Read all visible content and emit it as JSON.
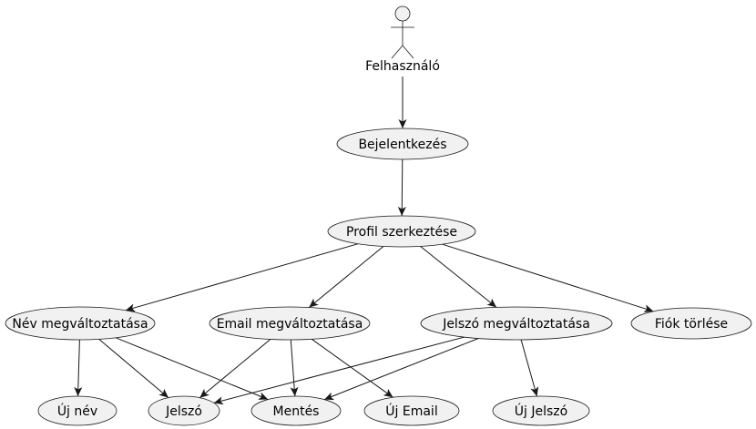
{
  "actor": {
    "label": "Felhasználó"
  },
  "use_cases": {
    "login": "Bejelentkezés",
    "edit_profile": "Profil szerkeztése",
    "change_name": "Név megváltoztatása",
    "change_email": "Email megváltoztatása",
    "change_password": "Jelszó megváltoztatása",
    "delete_account": "Fiók törlése",
    "new_name": "Új név",
    "password": "Jelszó",
    "save": "Mentés",
    "new_email": "Új Email",
    "new_password": "Új Jelszó"
  },
  "edges": [
    [
      "actor",
      "login"
    ],
    [
      "login",
      "edit_profile"
    ],
    [
      "edit_profile",
      "change_name"
    ],
    [
      "edit_profile",
      "change_email"
    ],
    [
      "edit_profile",
      "change_password"
    ],
    [
      "edit_profile",
      "delete_account"
    ],
    [
      "change_name",
      "new_name"
    ],
    [
      "change_name",
      "password"
    ],
    [
      "change_name",
      "save"
    ],
    [
      "change_email",
      "password"
    ],
    [
      "change_email",
      "save"
    ],
    [
      "change_email",
      "new_email"
    ],
    [
      "change_password",
      "password"
    ],
    [
      "change_password",
      "save"
    ],
    [
      "change_password",
      "new_password"
    ]
  ],
  "colors": {
    "node_fill": "#f1f1f1",
    "stroke": "#181818",
    "text": "#000000"
  }
}
